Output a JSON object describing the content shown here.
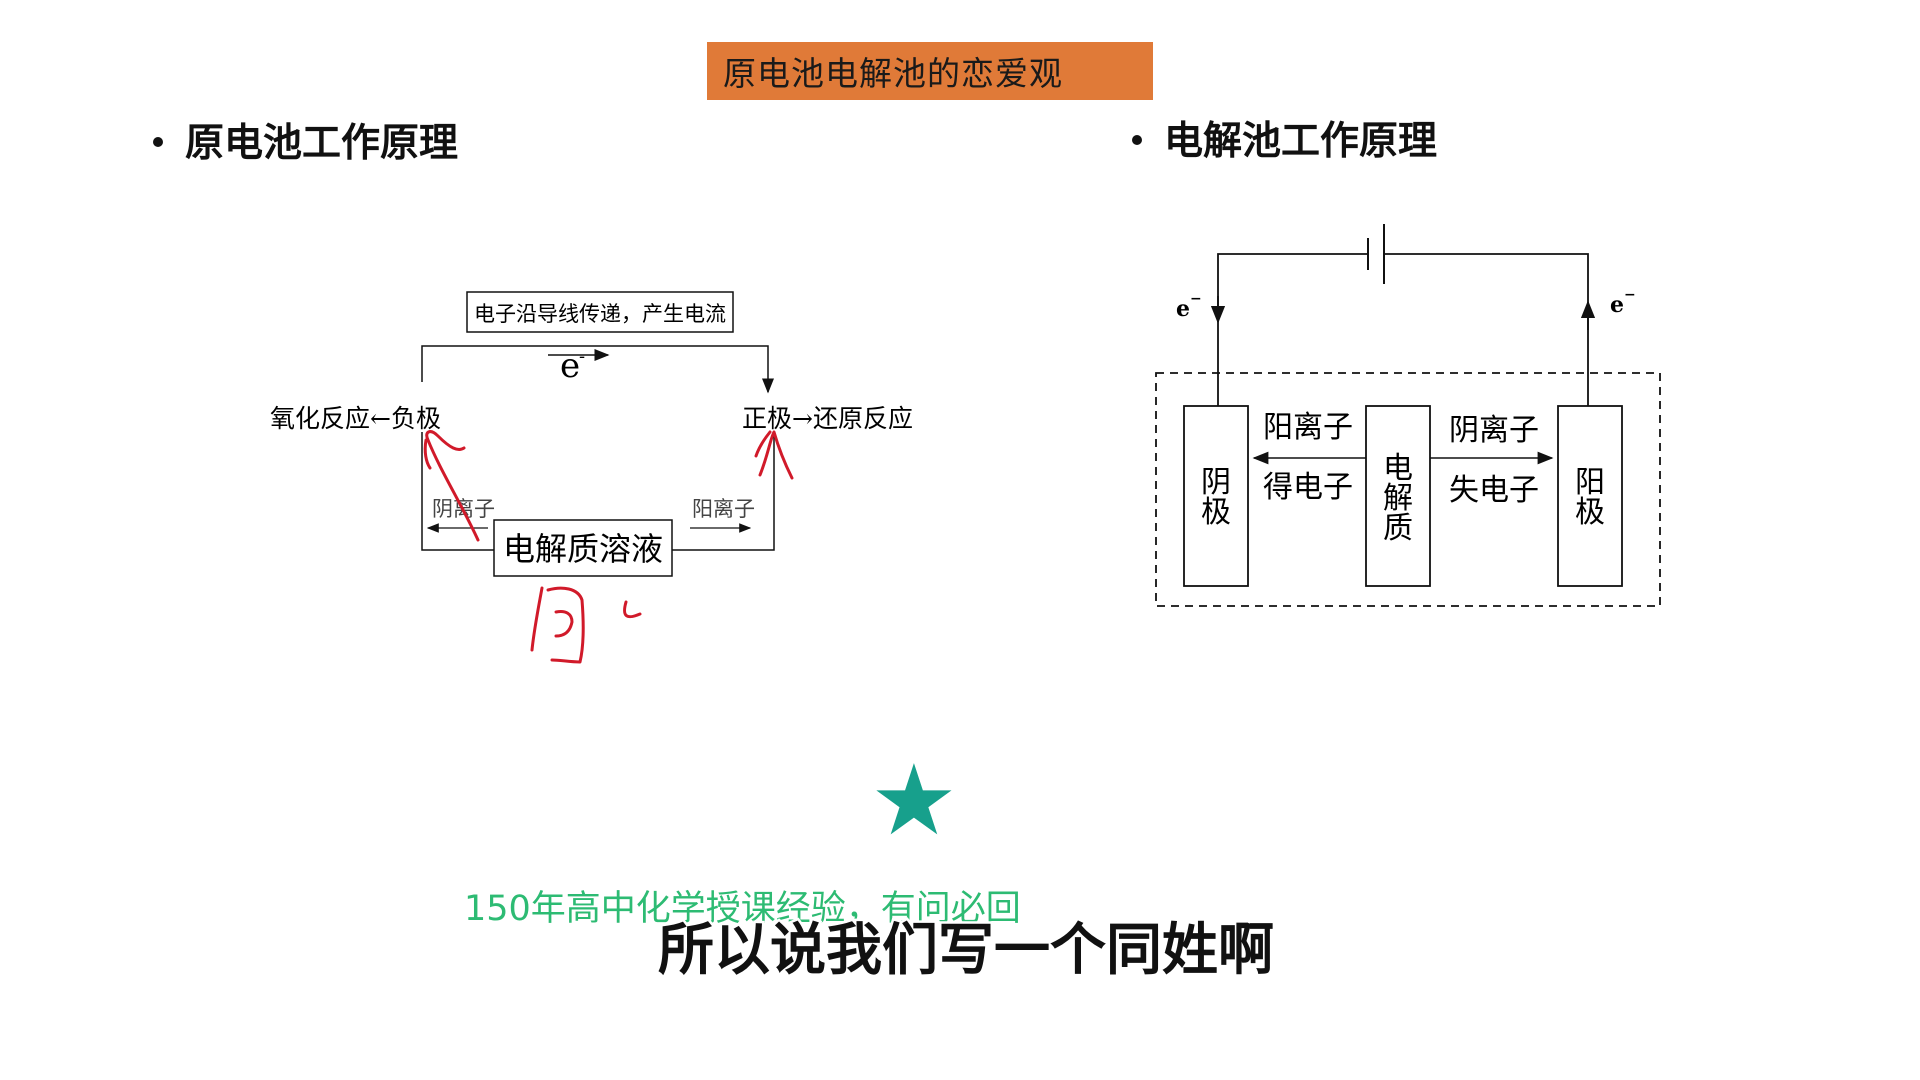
{
  "title": "原电池电解池的恋爱观",
  "left": {
    "heading": "原电池工作原理",
    "diagram": {
      "wire_label": "电子沿导线传递，产生电流",
      "electron": "e",
      "electron_sup": "-",
      "neg_label": "氧化反应←负极",
      "pos_label": "正极→还原反应",
      "anion_left": "阴离子",
      "anion_right": "阳离子",
      "solution": "电解质溶液",
      "annotation_color": "#d11a2a"
    }
  },
  "right": {
    "heading": "电解池工作原理",
    "diagram": {
      "electron_left": "e",
      "electron_right": "e",
      "electron_sup": "−",
      "cathode_chars": [
        "阴",
        "极"
      ],
      "anode_chars": [
        "阳",
        "极"
      ],
      "electrolyte_chars": [
        "电",
        "解",
        "质"
      ],
      "left_top": "阳离子",
      "left_bottom": "得电子",
      "right_top": "阴离子",
      "right_bottom": "失电子"
    }
  },
  "star": "★",
  "promo": "150年高中化学授课经验，有问必回",
  "subtitle": "所以说我们写一个同姓啊",
  "colors": {
    "title_bg": "#e07a38",
    "star": "#17a08c",
    "promo": "#2dbb73"
  }
}
